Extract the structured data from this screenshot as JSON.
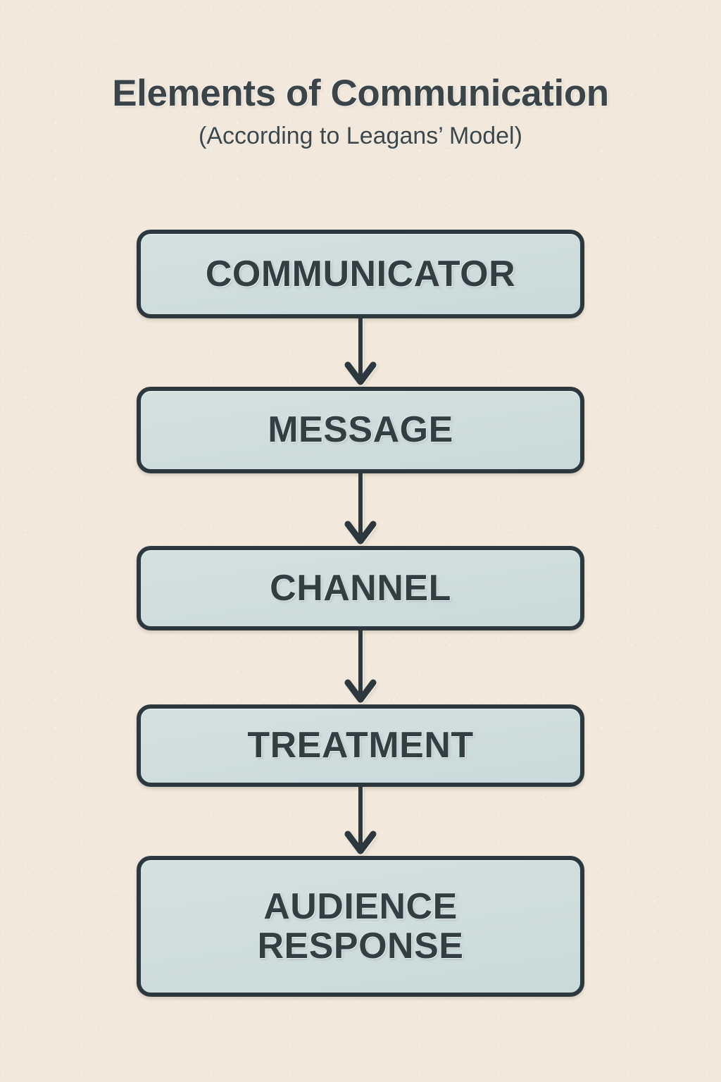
{
  "page": {
    "background_color": "#f2e9dc",
    "ink_color": "#2d383e",
    "node_fill_color": "#cfdedd",
    "text_color": "#333e43"
  },
  "header": {
    "title": "Elements of Communication",
    "subtitle": "(According to Leagans’ Model)"
  },
  "diagram": {
    "type": "flowchart",
    "orientation": "vertical",
    "connector_icon": "arrow-down-icon",
    "nodes": [
      {
        "id": "communicator",
        "label": "COMMUNICATOR"
      },
      {
        "id": "message",
        "label": "MESSAGE"
      },
      {
        "id": "channel",
        "label": "CHANNEL"
      },
      {
        "id": "treatment",
        "label": "TREATMENT"
      },
      {
        "id": "audience-response",
        "label": "AUDIENCE\nRESPONSE"
      }
    ]
  }
}
